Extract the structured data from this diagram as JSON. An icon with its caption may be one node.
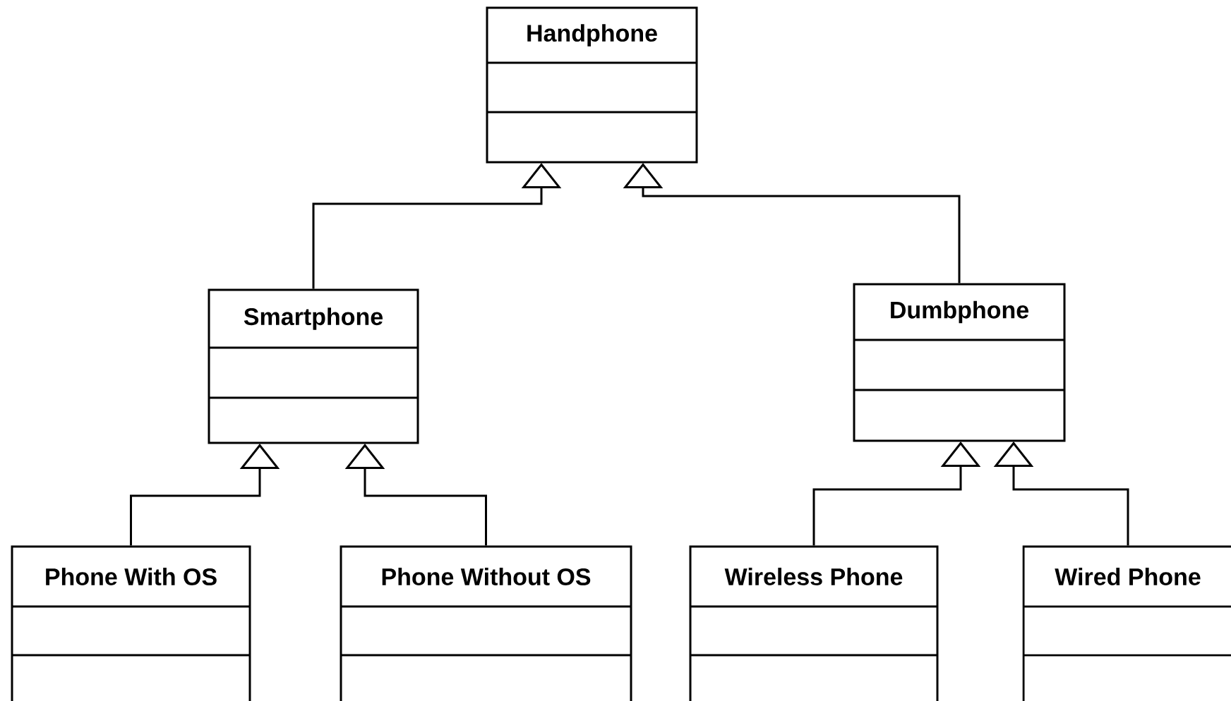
{
  "diagram": {
    "nodes": [
      {
        "text": [
          "Handphone"
        ]
      },
      {
        "text": [
          "Smartphone"
        ]
      },
      {
        "text": [
          "Dumbphone"
        ]
      },
      {
        "text": [
          "Phone With OS"
        ]
      },
      {
        "text": [
          "Phone Without OS"
        ]
      },
      {
        "text": [
          "Wireless Phone"
        ]
      },
      {
        "text": [
          "Wired Phone"
        ]
      }
    ],
    "edges": [
      {
        "from": 1,
        "to": 0,
        "arrow": "to"
      },
      {
        "from": 2,
        "to": 0,
        "arrow": "to"
      },
      {
        "from": 3,
        "to": 1,
        "arrow": "to"
      },
      {
        "from": 4,
        "to": 1,
        "arrow": "to"
      },
      {
        "from": 5,
        "to": 2,
        "arrow": "to"
      },
      {
        "from": 6,
        "to": 2,
        "arrow": "to"
      }
    ]
  }
}
